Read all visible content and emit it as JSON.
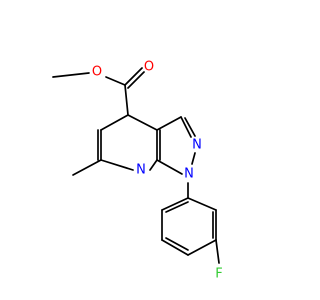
{
  "colors": {
    "bond": "#000000",
    "oxygen": "#ff0000",
    "nitrogen": "#0000ff",
    "fluorine": "#33cc33",
    "background": "#ffffff"
  },
  "atoms": {
    "o_carbonyl": "O",
    "o_ester": "O",
    "n_pyrazole": "N",
    "n_pyridine": "N",
    "n_aryl": "N",
    "fluorine": "F"
  }
}
